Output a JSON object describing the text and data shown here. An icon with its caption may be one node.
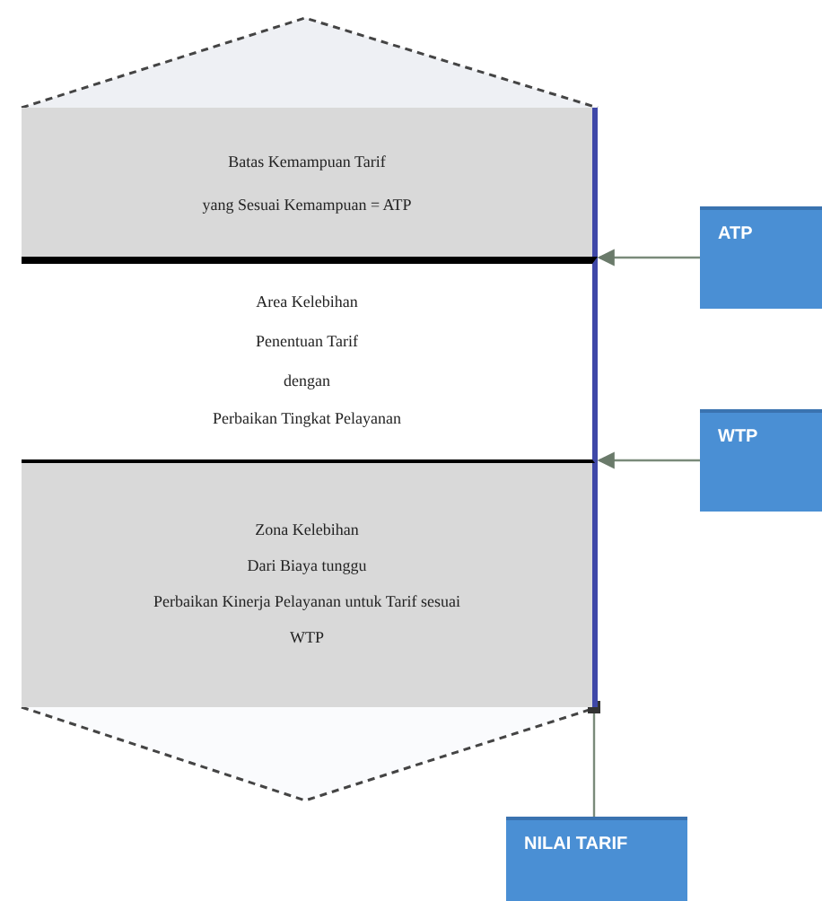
{
  "diagram": {
    "nodes": [
      {
        "text": [
          "Batas Kemampuan Tarif",
          "yang Sesuai Kemampuan = ATP"
        ]
      },
      {
        "text": [
          "Area Kelebihan",
          "Penentuan Tarif",
          "dengan",
          "Perbaikan Tingkat Pelayanan"
        ]
      },
      {
        "text": [
          "Zona Kelebihan",
          "Dari Biaya tunggu",
          "Perbaikan Kinerja Pelayanan untuk Tarif sesuai",
          "WTP"
        ]
      },
      {
        "text": [
          "ATP"
        ]
      },
      {
        "text": [
          "WTP"
        ]
      },
      {
        "text": [
          "NILAI TARIF"
        ]
      }
    ],
    "edges": [
      {
        "from": 3,
        "to": 1,
        "arrow": "to"
      },
      {
        "from": 4,
        "to": 1,
        "arrow": "to"
      },
      {
        "from": 5,
        "to": 2,
        "arrow": "other"
      }
    ]
  }
}
